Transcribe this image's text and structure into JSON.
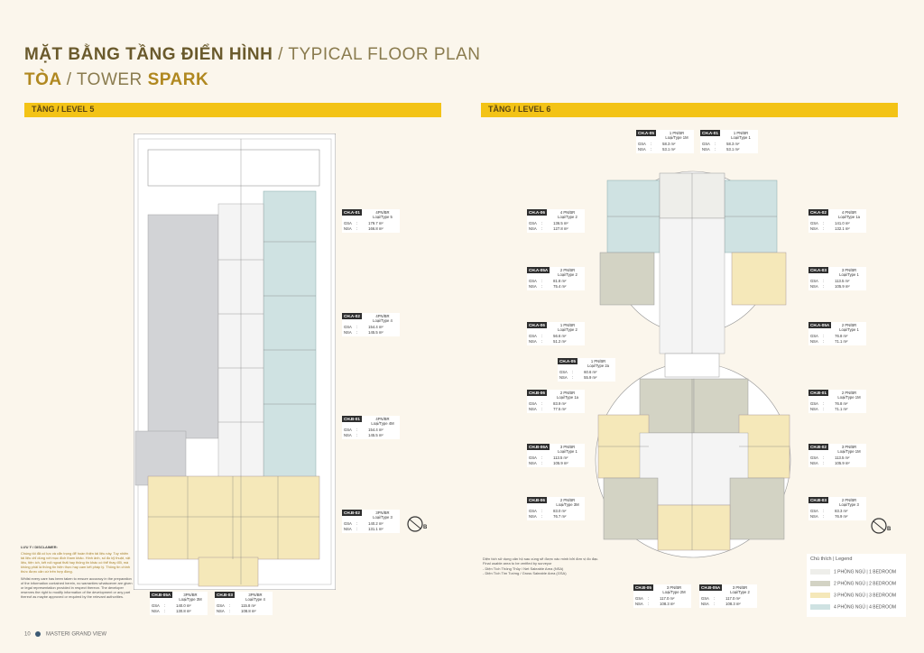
{
  "header": {
    "title_bold": "MẶT BẰNG TẦNG ĐIỂN HÌNH",
    "title_light": "/ TYPICAL FLOOR PLAN",
    "sub_bold": "TÒA",
    "sub_light": "/ TOWER",
    "sub_tower": "SPARK"
  },
  "level5": {
    "label": "TẦNG / LEVEL 5",
    "units": [
      {
        "code": "CH.A-01",
        "type": "4PN/BR\nLoại/Type 5",
        "gsa": "179.7 m²",
        "nsa": "166.8 m²"
      },
      {
        "code": "CH.A-02",
        "type": "4PN/BR\nLoại/Type 4",
        "gsa": "154.4 m²",
        "nsa": "145.5 m²"
      },
      {
        "code": "CH.B-01",
        "type": "4PN/BR\nLoại/Type 4M",
        "gsa": "154.4 m²",
        "nsa": "145.5 m²"
      },
      {
        "code": "CH.B-02",
        "type": "3PN/BR\nLoại/Type 3",
        "gsa": "140.2 m²",
        "nsa": "131.1 m²"
      },
      {
        "code": "CH.B-05A",
        "type": "3PN/BR\nLoại/Type 3M",
        "gsa": "140.0 m²",
        "nsa": "130.8 m²"
      },
      {
        "code": "CH.B-03",
        "type": "3PN/BR\nLoại/Type 4",
        "gsa": "115.8 m²",
        "nsa": "108.8 m²"
      }
    ]
  },
  "level6": {
    "label": "TẦNG / LEVEL 6",
    "units": [
      {
        "code": "CH.A-05",
        "type": "1 PN/BR\nLoại/Type 1M",
        "gsa": "58.3 m²",
        "nsa": "53.1 m²"
      },
      {
        "code": "CH.A-01",
        "type": "1 PN/BR\nLoại/Type 1",
        "gsa": "58.3 m²",
        "nsa": "53.1 m²"
      },
      {
        "code": "CH.A-06",
        "type": "4 PN/BR\nLoại/Type 2",
        "gsa": "136.5 m²",
        "nsa": "127.8 m²"
      },
      {
        "code": "CH.A-02",
        "type": "4 PN/BR\nLoại/Type 1a",
        "gsa": "141.0 m²",
        "nsa": "132.1 m²"
      },
      {
        "code": "CH.A-05A",
        "type": "2 PN/BR\nLoại/Type 2",
        "gsa": "81.8 m²",
        "nsa": "75.4 m²"
      },
      {
        "code": "CH.A-03",
        "type": "3 PN/BR\nLoại/Type 1",
        "gsa": "113.5 m²",
        "nsa": "105.9 m²"
      },
      {
        "code": "CH.A-06",
        "type": "1 PN/BR\nLoại/Type 2",
        "gsa": "56.6 m²",
        "nsa": "51.2 m²"
      },
      {
        "code": "CH.A-05A",
        "type": "2 PN/BR\nLoại/Type 1",
        "gsa": "76.8 m²",
        "nsa": "71.1 m²"
      },
      {
        "code": "CH.A-05",
        "type": "1 PN/BR\nLoại/Type 2a",
        "gsa": "60.6 m²",
        "nsa": "55.9 m²"
      },
      {
        "code": "CH.B-06",
        "type": "2 PN/BR\nLoại/Type 1a",
        "gsa": "83.9 m²",
        "nsa": "77.5 m²"
      },
      {
        "code": "CH.B-01",
        "type": "2 PN/BR\nLoại/Type 1M",
        "gsa": "76.8 m²",
        "nsa": "71.1 m²"
      },
      {
        "code": "CH.B-06A",
        "type": "3 PN/BR\nLoại/Type 1",
        "gsa": "113.5 m²",
        "nsa": "105.9 m²"
      },
      {
        "code": "CH.B-02",
        "type": "3 PN/BR\nLoại/Type 1M",
        "gsa": "113.5 m²",
        "nsa": "105.9 m²"
      },
      {
        "code": "CH.B-06",
        "type": "2 PN/BR\nLoại/Type 3M",
        "gsa": "83.0 m²",
        "nsa": "76.7 m²"
      },
      {
        "code": "CH.B-03",
        "type": "2 PN/BR\nLoại/Type 3",
        "gsa": "83.3 m²",
        "nsa": "76.9 m²"
      },
      {
        "code": "CH.B-05",
        "type": "3 PN/BR\nLoại/Type 2M",
        "gsa": "117.0 m²",
        "nsa": "108.3 m²"
      },
      {
        "code": "CH.B-05A",
        "type": "3 PN/BR\nLoại/Type 2",
        "gsa": "117.0 m²",
        "nsa": "108.3 m²"
      }
    ]
  },
  "labels": {
    "gsa": "GSA",
    "nsa": "NSA",
    "north": "B"
  },
  "disclaimer": {
    "heading": "LƯU Ý / DISCLAIMER:",
    "vi": "Chúng tôi đã cố lực và cẩn trọng để hoàn thiện tài liệu này. Tuy nhiên tài liệu chỉ dùng với mục đích tham khảo. Hình ảnh, số đo kỹ thuật, vật liệu, tiện ích, kết nối ngoại thất hay thông tin khác có thể thay đổi, mà không phải là thông tin hiện thực hay cam kết pháp lý. Thông tin chính thức được căn cứ trên hợp đồng.",
    "en": "Whilst every care has been taken to ensure accuracy in the preparation of the information contained herein, no warranties whatsoever are given or legal representation provided in respect thereon. The developer reserves the right to modify information of the development or any part thereof as maybe approved or required by the relevant authorities."
  },
  "note": {
    "vi": "Diện tích sử dụng căn hộ sau cùng sẽ được xác minh bởi đơn vị đo đạc.",
    "en": "Final usable area to be verified by surveyor",
    "l1": "- Diện Tích Thông Thủy / Net Saleable Area (NSA)",
    "l2": "- Diện Tích Tim Tường / Gross Saleable Area (GSA)"
  },
  "legend": {
    "title": "Chú thích | Legend",
    "items": [
      {
        "label": "1 PHÒNG NGỦ | 1 BEDROOM",
        "color": "#eeeeea"
      },
      {
        "label": "2 PHÒNG NGỦ | 2 BEDROOM",
        "color": "#d3d3c4"
      },
      {
        "label": "3 PHÒNG NGỦ | 3 BEDROOM",
        "color": "#f5e8b9"
      },
      {
        "label": "4 PHÒNG NGỦ | 4 BEDROOM",
        "color": "#cfe2e2"
      }
    ]
  },
  "footer": {
    "page": "10",
    "brand": "MASTERI GRAND VIEW"
  }
}
